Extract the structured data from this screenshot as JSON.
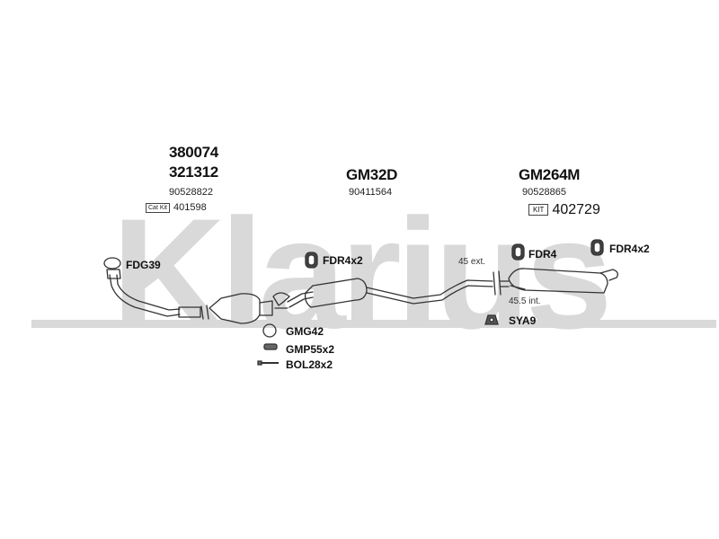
{
  "watermark": {
    "text": "Klarius",
    "color": "#d9d9d9"
  },
  "parts": {
    "cat_part_1": "380074",
    "cat_part_2": "321312",
    "cat_oem": "90528822",
    "cat_kit_badge": "Cat Kit",
    "cat_kit_number": "401598",
    "mid_part": "GM32D",
    "mid_oem": "90411564",
    "rear_part": "GM264M",
    "rear_oem": "90528865",
    "kit_badge": "KIT",
    "kit_number": "402729"
  },
  "labels": {
    "fdg39": "FDG39",
    "fdr4x2_mid": "FDR4x2",
    "fdr4": "FDR4",
    "fdr4x2_rear": "FDR4x2",
    "ext": "45 ext.",
    "int": "45.5 int.",
    "gmg42": "GMG42",
    "gmp55x2": "GMP55x2",
    "bol28x2": "BOL28x2",
    "sya9": "SYA9"
  }
}
